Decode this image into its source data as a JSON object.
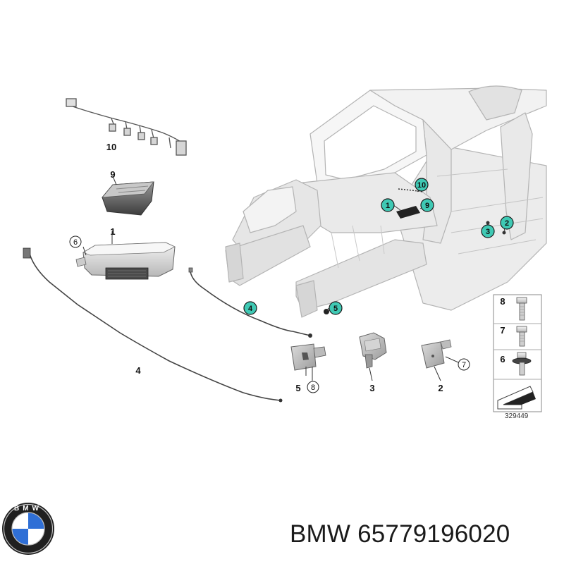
{
  "caption": {
    "brand": "BMW",
    "part_number": "65779196020"
  },
  "diagram": {
    "number": "329449",
    "logo_letters": "BMW"
  },
  "colors": {
    "callout_fill": "#3fc9b4",
    "line": "#333333",
    "body_fill": "#f0f0f0",
    "body_stroke": "#b4b4b4"
  },
  "callouts_on_car": [
    {
      "id": "car-1",
      "label": "1"
    },
    {
      "id": "car-2",
      "label": "2"
    },
    {
      "id": "car-3",
      "label": "3"
    },
    {
      "id": "car-4",
      "label": "4"
    },
    {
      "id": "car-5",
      "label": "5"
    },
    {
      "id": "car-9",
      "label": "9"
    },
    {
      "id": "car-10",
      "label": "10"
    }
  ],
  "part_labels": [
    {
      "id": "part-10",
      "label": "10"
    },
    {
      "id": "part-9",
      "label": "9"
    },
    {
      "id": "part-1",
      "label": "1"
    },
    {
      "id": "part-6",
      "label": "6"
    },
    {
      "id": "part-4",
      "label": "4"
    },
    {
      "id": "part-5",
      "label": "5"
    },
    {
      "id": "part-8",
      "label": "8"
    },
    {
      "id": "part-3",
      "label": "3"
    },
    {
      "id": "part-2",
      "label": "2"
    },
    {
      "id": "part-7",
      "label": "7"
    }
  ],
  "hardware_legend": [
    {
      "id": "hw-8",
      "label": "8"
    },
    {
      "id": "hw-7",
      "label": "7"
    },
    {
      "id": "hw-6",
      "label": "6"
    }
  ]
}
